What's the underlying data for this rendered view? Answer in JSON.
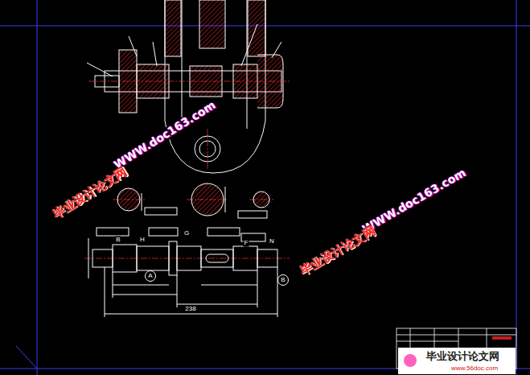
{
  "diagram": {
    "nodes": [
      {
        "text": [
          "A"
        ]
      },
      {
        "text": [
          "B"
        ]
      }
    ],
    "labels": [
      "WWW.doc163.com",
      "毕业设计论文网",
      "WWW.doc163.com",
      "毕业设计论文网",
      "毕业设计论文网",
      "www.56doc.com",
      "238",
      "B",
      "H",
      "G",
      "F",
      "N"
    ]
  }
}
